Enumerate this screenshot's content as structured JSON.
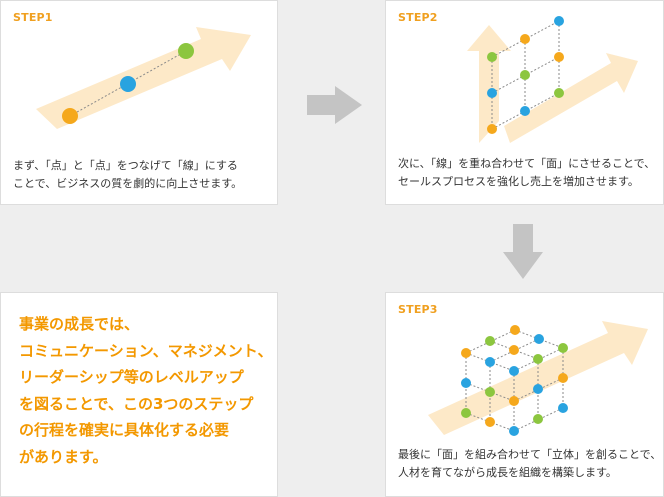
{
  "colors": {
    "accent": "#f0a020",
    "big_text": "#f39800",
    "band": "#fde9c8",
    "dot_orange": "#f5a81c",
    "dot_blue": "#29a3e0",
    "dot_green": "#8cc63f",
    "connector_arrow": "#c4c4c4"
  },
  "step1": {
    "label": "STEP1",
    "desc": [
      "まず、「点」と「点」をつなげて「線」にする",
      "ことで、ビジネスの質を劇的に向上させます。"
    ]
  },
  "step2": {
    "label": "STEP2",
    "desc": [
      "次に、「線」を重ね合わせて「面」にさせることで、",
      "セールスプロセスを強化し売上を増加させます。"
    ]
  },
  "step3": {
    "label": "STEP3",
    "desc": [
      "最後に「面」を組み合わせて「立体」を創ることで、",
      "人材を育てながら成長を組織を構築します。"
    ]
  },
  "summary": {
    "lines": [
      "事業の成長では、",
      "コミュニケーション、マネジメント、",
      "リーダーシップ等のレベルアップ",
      "を図ることで、この3つのステップ",
      "の行程を確実に具体化する必要",
      "があります。"
    ]
  },
  "connectors": {
    "right_arrow": "arrow-right-icon",
    "down_arrow": "arrow-down-icon"
  }
}
